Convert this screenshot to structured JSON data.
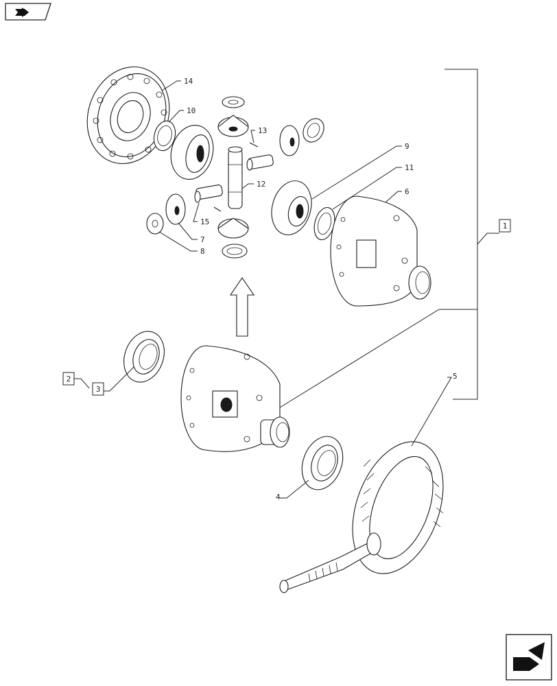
{
  "callouts": {
    "c1": "1",
    "c2": "2",
    "c3": "3",
    "c4": "4",
    "c5": "5",
    "c6": "6",
    "c7": "7",
    "c8": "8",
    "c9": "9",
    "c10": "10",
    "c11": "11",
    "c12": "12",
    "c13": "13",
    "c14": "14",
    "c15": "15"
  },
  "icons": {
    "top_left": "book-nav-icon",
    "bottom_right": "next-page-arrow-icon"
  }
}
